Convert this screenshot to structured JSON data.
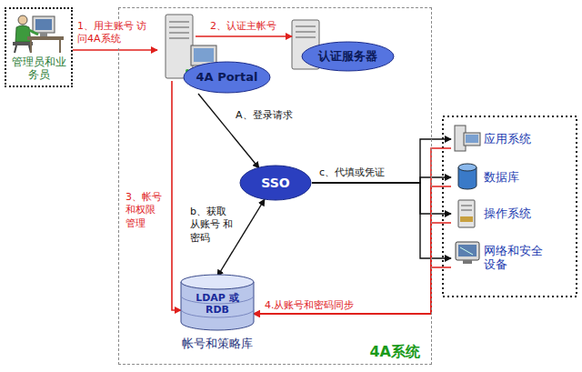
{
  "diagram": {
    "nodes": [
      {
        "text": [
          "管理员和业务员"
        ]
      },
      {
        "text": [
          "4A系统"
        ]
      },
      {
        "text": [
          "4A Portal"
        ],
        "in": 1
      },
      {
        "text": [
          "认证服务器"
        ],
        "in": 1
      },
      {
        "text": [
          "SSO"
        ],
        "in": 1
      },
      {
        "text": [
          "LDAP 或RDB",
          "帐号和策略库"
        ],
        "in": 1
      },
      {
        "text": [
          "应用系统"
        ]
      },
      {
        "text": [
          "数据库"
        ]
      },
      {
        "text": [
          "操作系统"
        ]
      },
      {
        "text": [
          "网络和安全设备"
        ]
      }
    ],
    "edges": [
      {
        "from": 0,
        "to": 2,
        "label": "1、用主账号 访问4A系统",
        "arrow": "to"
      },
      {
        "from": 2,
        "to": 3,
        "label": "2、认证主帐号",
        "arrow": "to"
      },
      {
        "from": 2,
        "to": 5,
        "label": "3、帐号 和权限 管理",
        "arrow": "to"
      },
      {
        "from": 2,
        "to": 4,
        "label": "A、登录请求",
        "arrow": "to"
      },
      {
        "from": 4,
        "to": 5,
        "label": "b、获取 从账号 和密码",
        "arrow": "both"
      },
      {
        "from": 4,
        "to": 6,
        "label": "c、代填或凭证",
        "arrow": "to"
      },
      {
        "from": 4,
        "to": 7,
        "arrow": "to"
      },
      {
        "from": 4,
        "to": 8,
        "arrow": "to"
      },
      {
        "from": 4,
        "to": 9,
        "arrow": "to"
      },
      {
        "from": 6,
        "to": 5,
        "label": "4.从账号和密码同步",
        "arrow": "to"
      },
      {
        "from": 7,
        "to": 5,
        "arrow": "to"
      },
      {
        "from": 8,
        "to": 5,
        "arrow": "to"
      },
      {
        "from": 9,
        "to": 5,
        "arrow": "to"
      }
    ]
  }
}
